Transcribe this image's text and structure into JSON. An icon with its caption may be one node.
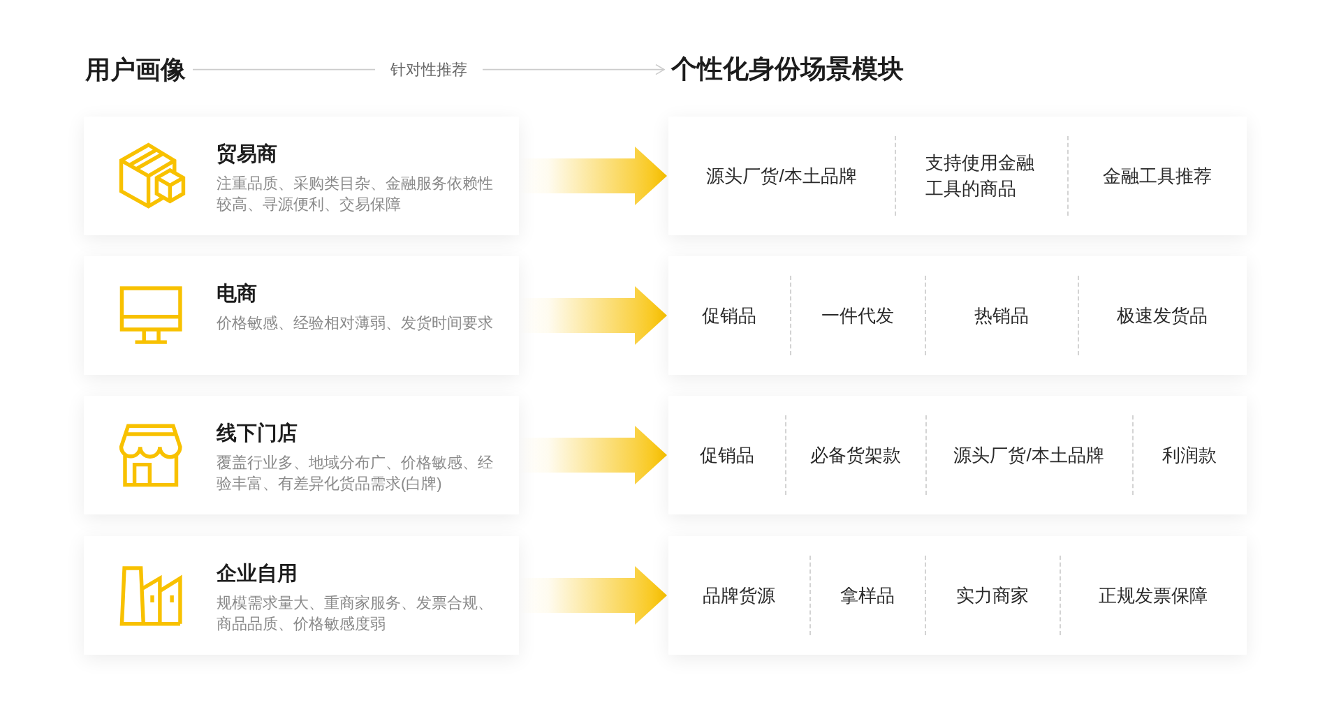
{
  "diagram": {
    "nodes": [
      {
        "text": [
          "用户画像"
        ]
      },
      {
        "text": [
          "个性化身份场景模块"
        ]
      },
      {
        "text": [
          "贸易商",
          "注重品质、采购类目杂、金融服务依赖性较高、寻源便利、交易保障"
        ]
      },
      {
        "text": [],
        "shape": "box"
      },
      {
        "text": [
          "源头厂货/本土品牌"
        ],
        "in": 3
      },
      {
        "text": [
          "支持使用金融工具的商品"
        ],
        "in": 3
      },
      {
        "text": [
          "金融工具推荐"
        ],
        "in": 3
      },
      {
        "text": [
          "电商",
          "价格敏感、经验相对薄弱、发货时间要求"
        ]
      },
      {
        "text": [],
        "shape": "box"
      },
      {
        "text": [
          "促销品"
        ],
        "in": 8
      },
      {
        "text": [
          "一件代发"
        ],
        "in": 8
      },
      {
        "text": [
          "热销品"
        ],
        "in": 8
      },
      {
        "text": [
          "极速发货品"
        ],
        "in": 8
      },
      {
        "text": [
          "线下门店",
          "覆盖行业多、地域分布广、价格敏感、经验丰富、有差异化货品需求(白牌)"
        ]
      },
      {
        "text": [],
        "shape": "box"
      },
      {
        "text": [
          "促销品"
        ],
        "in": 14
      },
      {
        "text": [
          "必备货架款"
        ],
        "in": 14
      },
      {
        "text": [
          "源头厂货/本土品牌"
        ],
        "in": 14
      },
      {
        "text": [
          "利润款"
        ],
        "in": 14
      },
      {
        "text": [
          "企业自用",
          "规模需求量大、重商家服务、发票合规、商品品质、价格敏感度弱"
        ]
      },
      {
        "text": [],
        "shape": "box"
      },
      {
        "text": [
          "品牌货源"
        ],
        "in": 20
      },
      {
        "text": [
          "拿样品"
        ],
        "in": 20
      },
      {
        "text": [
          "实力商家"
        ],
        "in": 20
      },
      {
        "text": [
          "正规发票保障"
        ],
        "in": 20
      }
    ],
    "edges": [
      {
        "from": 0,
        "to": 1,
        "arrow": "to",
        "label": "针对性推荐",
        "color": "#cccccc"
      },
      {
        "from": 2,
        "to": 3,
        "arrow": "to",
        "style": "thick"
      },
      {
        "from": 7,
        "to": 8,
        "arrow": "to",
        "style": "thick"
      },
      {
        "from": 13,
        "to": 14,
        "arrow": "to",
        "style": "thick"
      },
      {
        "from": 19,
        "to": 20,
        "arrow": "to",
        "style": "thick"
      }
    ]
  }
}
